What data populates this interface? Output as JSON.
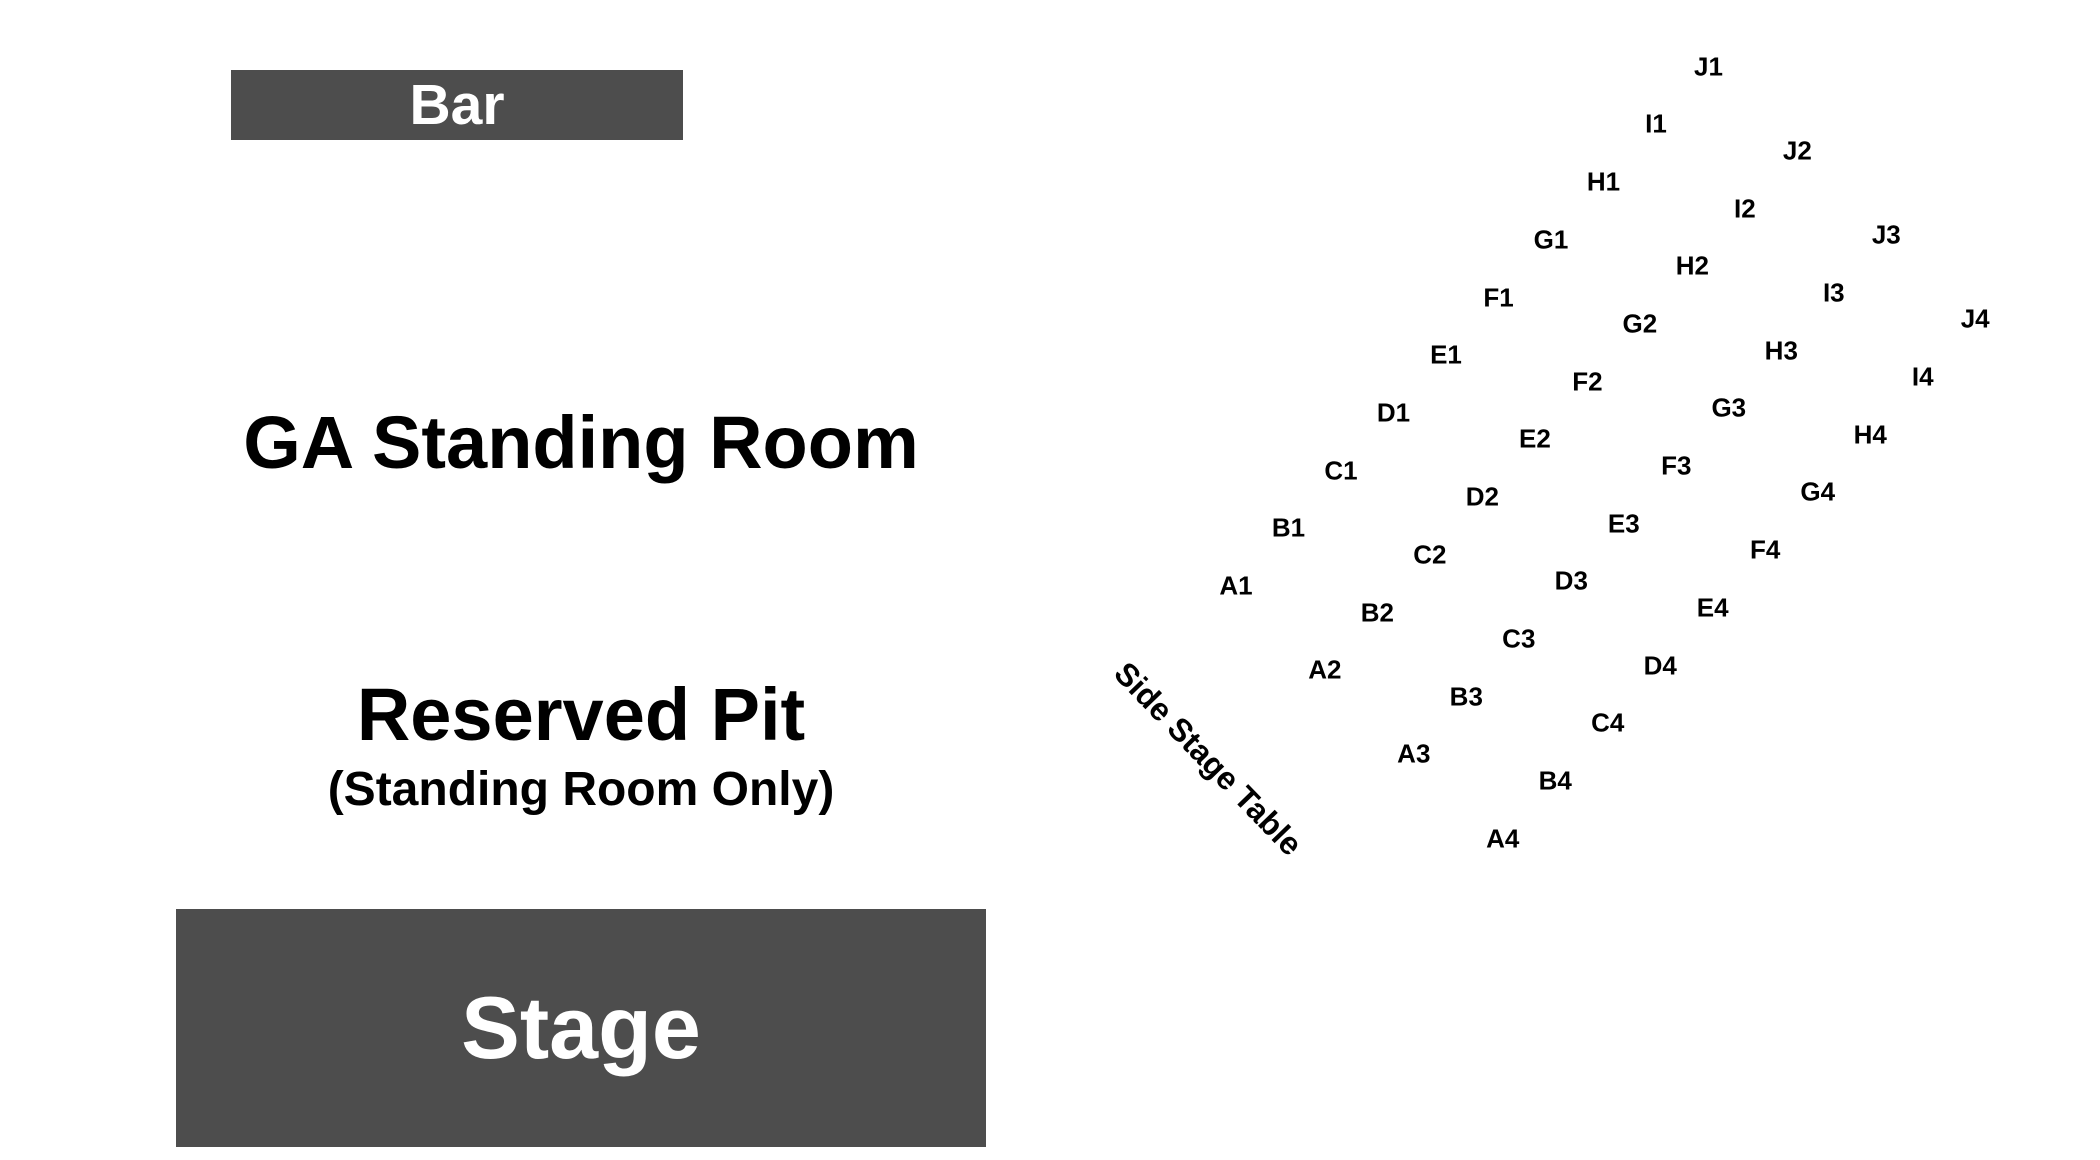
{
  "bar": {
    "label": "Bar"
  },
  "stage": {
    "label": "Stage"
  },
  "ga_area": {
    "label": "GA Standing Room"
  },
  "reserved_pit": {
    "label": "Reserved Pit",
    "sublabel": "(Standing Room Only)"
  },
  "side_stage_table": {
    "label": "Side Stage Table"
  },
  "seat_rows": [
    "A",
    "B",
    "C",
    "D",
    "E",
    "F",
    "G",
    "H",
    "I",
    "J"
  ],
  "seats_per_row": 4,
  "colors": {
    "block_fill": "#4d4d4d",
    "block_text": "#ffffff",
    "text": "#000000",
    "background": "#ffffff"
  }
}
